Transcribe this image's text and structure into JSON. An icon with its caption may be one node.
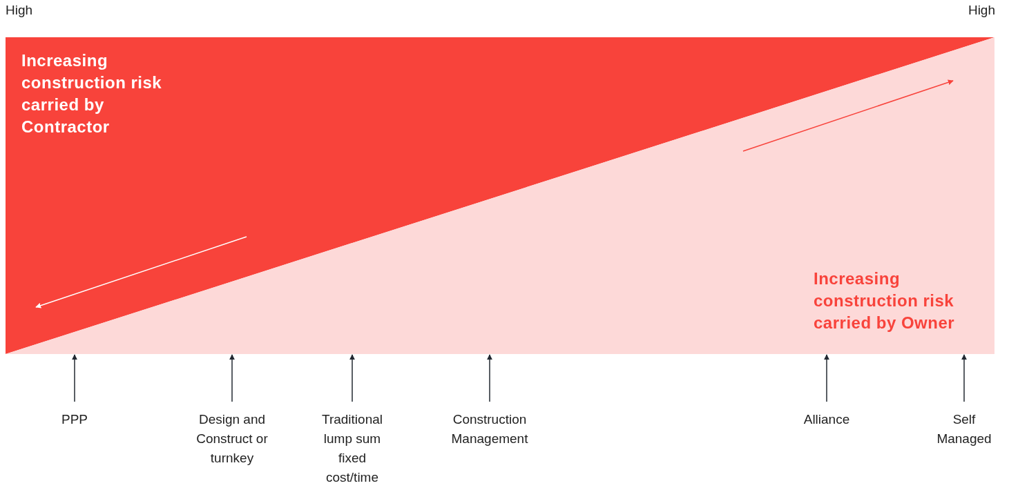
{
  "diagram": {
    "nodes": [
      {
        "text": [
          "Increasing construction risk carried by Contractor"
        ]
      },
      {
        "text": [
          "Increasing construction risk carried by Owner"
        ]
      },
      {
        "text": [
          "PPP"
        ]
      },
      {
        "text": [
          "Design and Construct or turnkey"
        ]
      },
      {
        "text": [
          "Traditional lump sum fixed cost/time"
        ]
      },
      {
        "text": [
          "Construction Management"
        ]
      },
      {
        "text": [
          "Alliance"
        ]
      },
      {
        "text": [
          "Self Managed"
        ]
      }
    ],
    "edges": [
      {
        "from": 2,
        "to": 1,
        "arrow": "to"
      },
      {
        "from": 3,
        "to": 1,
        "arrow": "to"
      },
      {
        "from": 4,
        "to": 1,
        "arrow": "to"
      },
      {
        "from": 5,
        "to": 1,
        "arrow": "to"
      },
      {
        "from": 6,
        "to": 1,
        "arrow": "to"
      },
      {
        "from": 7,
        "to": 1,
        "arrow": "to"
      }
    ],
    "labels": [
      "High",
      "High"
    ]
  }
}
